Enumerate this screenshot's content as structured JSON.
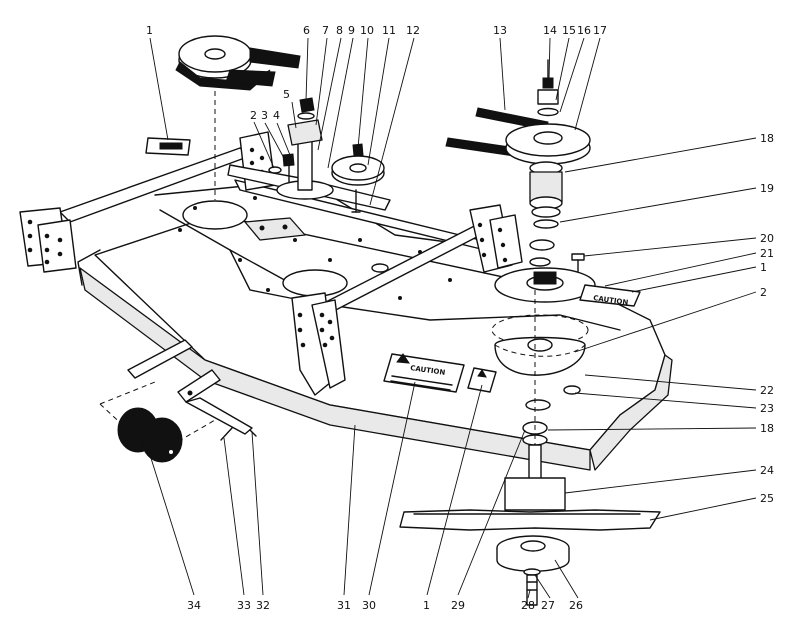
{
  "callouts": [
    "1",
    "2",
    "3",
    "4",
    "5",
    "6",
    "7",
    "8",
    "9",
    "10",
    "11",
    "12",
    "13",
    "14",
    "15",
    "16",
    "17",
    "18",
    "19",
    "20",
    "21",
    "1",
    "2",
    "22",
    "23",
    "18",
    "24",
    "25",
    "34",
    "33",
    "32",
    "31",
    "30",
    "1",
    "29",
    "28",
    "27",
    "26"
  ],
  "decals": {
    "caution_label": "CAUTION",
    "side_decal_label": "CAUTION"
  }
}
